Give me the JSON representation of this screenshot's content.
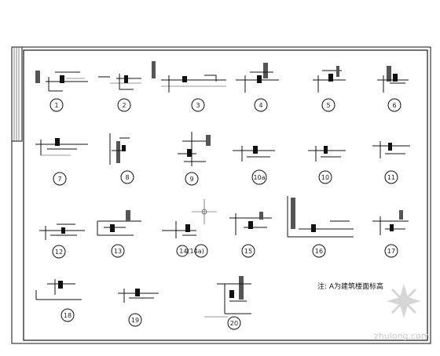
{
  "details": [
    {
      "label": "1"
    },
    {
      "label": "2"
    },
    {
      "label": "3"
    },
    {
      "label": "4"
    },
    {
      "label": "5"
    },
    {
      "label": "6"
    },
    {
      "label": "7"
    },
    {
      "label": "8"
    },
    {
      "label": "9"
    },
    {
      "label": "10a"
    },
    {
      "label": "10"
    },
    {
      "label": "11"
    },
    {
      "label": "12"
    },
    {
      "label": "13"
    },
    {
      "label": "14(14a)"
    },
    {
      "label": "15"
    },
    {
      "label": "16"
    },
    {
      "label": "17"
    },
    {
      "label": "18"
    },
    {
      "label": "19"
    },
    {
      "label": "20"
    }
  ],
  "note": "注: A为建筑楼面标高",
  "watermark": "zhulong.com"
}
